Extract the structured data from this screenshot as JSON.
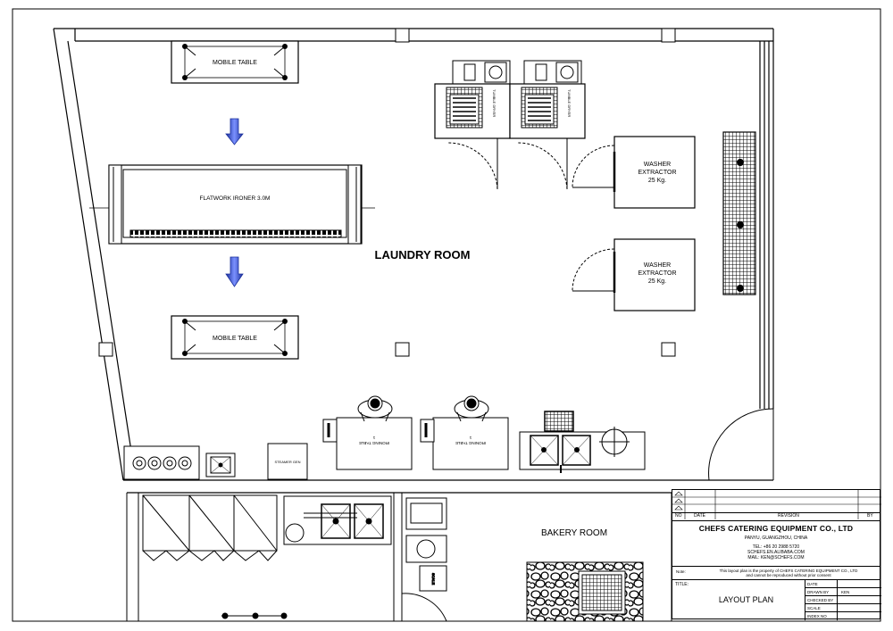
{
  "rooms": {
    "laundry": "LAUNDRY ROOM",
    "bakery": "BAKERY ROOM"
  },
  "equipment": {
    "mobile_table_top": "MOBILE TABLE",
    "mobile_table_bottom": "MOBILE TABLE",
    "flatwork_ironer": "FLATWORK IRONER 3.0M",
    "washer_1": [
      "WASHER",
      "EXTRACTOR",
      "25 Kg."
    ],
    "washer_2": [
      "WASHER",
      "EXTRACTOR",
      "25 Kg."
    ],
    "dryer_1": "TUMBLE DRYER",
    "dryer_2": "TUMBLE DRYER",
    "ironing_table_1": [
      "IRONING TABLE",
      "1"
    ],
    "ironing_table_2": [
      "IRONING TABLE",
      "1"
    ],
    "steamer": "STEAMER GEN",
    "scale": "SCALE"
  },
  "title_block": {
    "rev_headers": [
      "NO",
      "DATE",
      "REVISION",
      "BY"
    ],
    "company": "CHEFS CATERING EQUIPMENT CO., LTD",
    "city": "PANYU, GUANGZHOU, CHINA",
    "tel": "TEL: +86 20 2988 5720",
    "web": "SCHEFS.EN.ALIBABA.COM",
    "mail": "MAIL: KEN@SCHEFS.COM",
    "note_key": "Note:",
    "note_line1": "This layout plan is the property of CHEFS CATERING EQUIPMENT CO., LTD",
    "note_line2": "and cannot be reproduced without prior consent",
    "title_key": "TITLE:",
    "title": "LAYOUT PLAN",
    "rows": [
      {
        "k": "DATE",
        "v": ""
      },
      {
        "k": "DRAWN BY",
        "v": "KEN"
      },
      {
        "k": "CHECKED BY",
        "v": ""
      },
      {
        "k": "SCALE",
        "v": ""
      },
      {
        "k": "INDEX NO",
        "v": ""
      }
    ]
  },
  "colors": {
    "line": "#000000",
    "arrow": "#3a55c8"
  }
}
